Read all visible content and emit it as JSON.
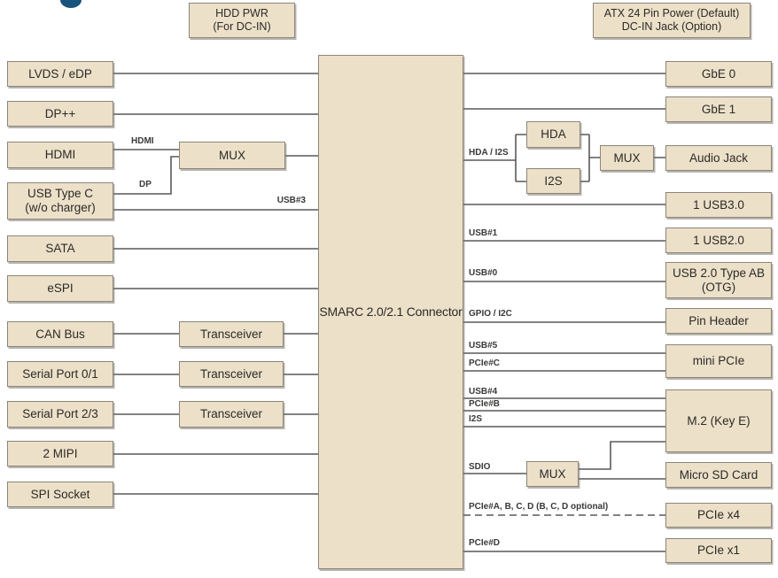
{
  "colors": {
    "box_fill": "#ece0c8",
    "box_border": "#8b857b",
    "wire": "#58595b",
    "text": "#2b2a28",
    "heading_fragment_blue": "#19547d"
  },
  "legend": {
    "hdd_pwr": {
      "line1": "HDD PWR",
      "line2": "(For DC-IN)"
    },
    "atx": {
      "line1": "ATX 24 Pin Power (Default)",
      "line2": "DC-IN Jack (Option)"
    }
  },
  "boxes": {
    "lvds": "LVDS / eDP",
    "dppp": "DP++",
    "hdmi": "HDMI",
    "usbc": {
      "line1": "USB Type C",
      "line2": "(w/o charger)"
    },
    "sata": "SATA",
    "espi": "eSPI",
    "canbus": "CAN Bus",
    "serial01": "Serial Port 0/1",
    "serial23": "Serial Port 2/3",
    "mipi": "2 MIPI",
    "spisocket": "SPI Socket",
    "mux_video": "MUX",
    "transceiver1": "Transceiver",
    "transceiver2": "Transceiver",
    "transceiver3": "Transceiver",
    "smarc": "SMARC 2.0/2.1 Connector",
    "hda": "HDA",
    "i2s": "I2S",
    "mux_audio": "MUX",
    "mux_sd": "MUX",
    "gbe0": "GbE 0",
    "gbe1": "GbE 1",
    "audiojack": "Audio Jack",
    "usb30": "1 USB3.0",
    "usb20": "1 USB2.0",
    "usbab": {
      "line1": "USB 2.0 Type AB",
      "line2": "(OTG)"
    },
    "pinheader": "Pin Header",
    "minipcie": "mini PCIe",
    "m2keye": "M.2 (Key E)",
    "microsd": "Micro SD Card",
    "pciex4": "PCIe x4",
    "pciex1": "PCIe x1"
  },
  "wire_labels": {
    "hdmi": "HDMI",
    "dp": "DP",
    "usb3": "USB#3",
    "hda_i2s": "HDA / I2S",
    "usb1": "USB#1",
    "usb0": "USB#0",
    "gpio_i2c": "GPIO / I2C",
    "usb5": "USB#5",
    "pcie_c": "PCIe#C",
    "usb4": "USB#4",
    "pcie_b": "PCIe#B",
    "i2s": "I2S",
    "sdio": "SDIO",
    "pcie_abcd": "PCIe#A, B, C, D (B, C, D optional)",
    "pcie_d": "PCIe#D"
  }
}
